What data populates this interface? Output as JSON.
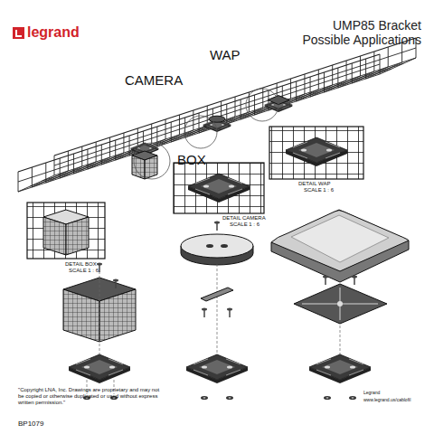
{
  "diagram": {
    "title": "UMP85 Bracket Possible Applications",
    "labels": [
      "legrand",
      "WAP",
      "CAMERA",
      "BOX",
      "DETAIL WAP",
      "SCALE 1 : 6",
      "DETAIL CAMERA",
      "SCALE 1 : 6",
      "DETAIL BOX",
      "SCALE 1 : 6",
      "\"Copyright LNA, Inc. Drawings are proprietary and may not be copied or otherwise duplicated or used without express written permission.\"",
      "BP1079",
      "Legrand",
      "www.legrand.us/cablofil"
    ]
  }
}
